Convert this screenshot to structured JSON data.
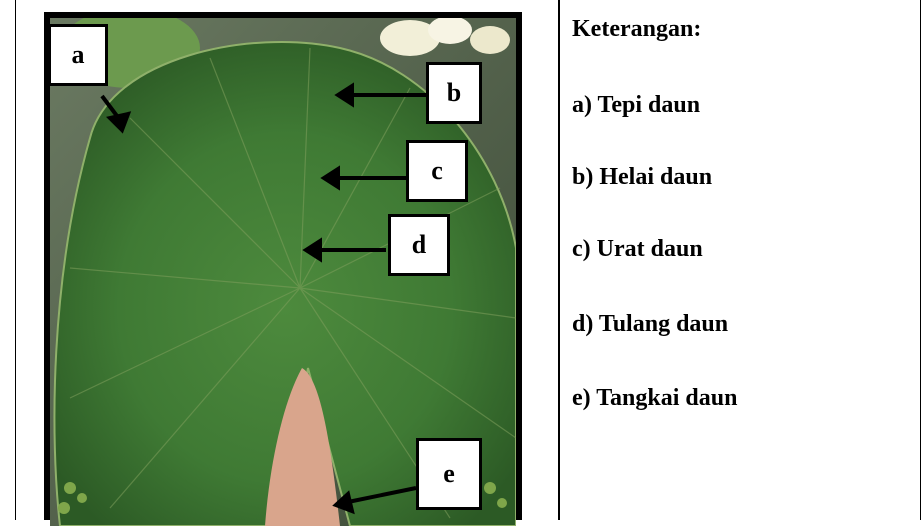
{
  "figure": {
    "labels": {
      "a": "a",
      "b": "b",
      "c": "c",
      "d": "d",
      "e": "e"
    }
  },
  "legend": {
    "title": "Keterangan:",
    "items": [
      "a) Tepi daun",
      "b) Helai daun",
      "c) Urat daun",
      "d) Tulang daun",
      "e) Tangkai daun"
    ]
  },
  "colors": {
    "leaf": "#3f7a34",
    "leaf_dark": "#2c5a25",
    "vein": "#8aa867",
    "water": "#5b6b57",
    "hand": "#d9a58c",
    "label_border": "#000000"
  }
}
